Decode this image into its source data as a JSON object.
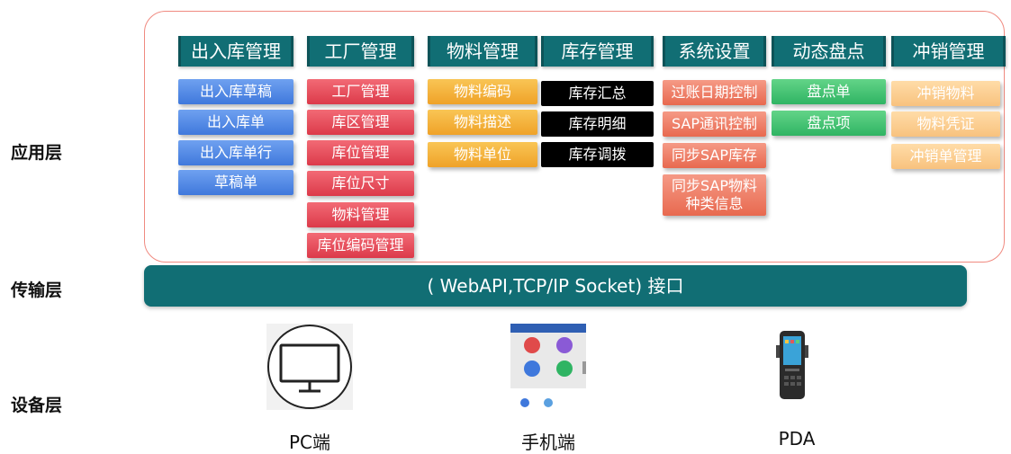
{
  "layers": {
    "application": "应用层",
    "transport": "传输层",
    "device": "设备层"
  },
  "modules": [
    {
      "title": "出入库管理",
      "items": [
        "出入库草稿",
        "出入库单",
        "出入库单行",
        "草稿单"
      ]
    },
    {
      "title": "工厂管理",
      "items": [
        "工厂管理",
        "库区管理",
        "库位管理",
        "库位尺寸",
        "物料管理",
        "库位编码管理"
      ]
    },
    {
      "title": "物料管理",
      "items": [
        "物料编码",
        "物料描述",
        "物料单位"
      ]
    },
    {
      "title": "库存管理",
      "items": [
        "库存汇总",
        "库存明细",
        "库存调拨"
      ]
    },
    {
      "title": "系统设置",
      "items": [
        "过账日期控制",
        "SAP通讯控制",
        "同步SAP库存",
        "同步SAP物料",
        "种类信息"
      ]
    },
    {
      "title": "动态盘点",
      "items": [
        "盘点单",
        "盘点项"
      ]
    },
    {
      "title": "冲销管理",
      "items": [
        "冲销物料",
        "物料凭证",
        "冲销单管理"
      ]
    }
  ],
  "interface": {
    "label": "( WebAPI,TCP/IP Socket) 接口"
  },
  "devices": {
    "pc": "PC端",
    "mobile": "手机端",
    "pda": "PDA"
  },
  "colors": {
    "teal": "#116e74",
    "frame_border": "#f08a80"
  },
  "icons": [
    "monitor-icon",
    "mobile-app-icon",
    "pda-device-icon"
  ]
}
